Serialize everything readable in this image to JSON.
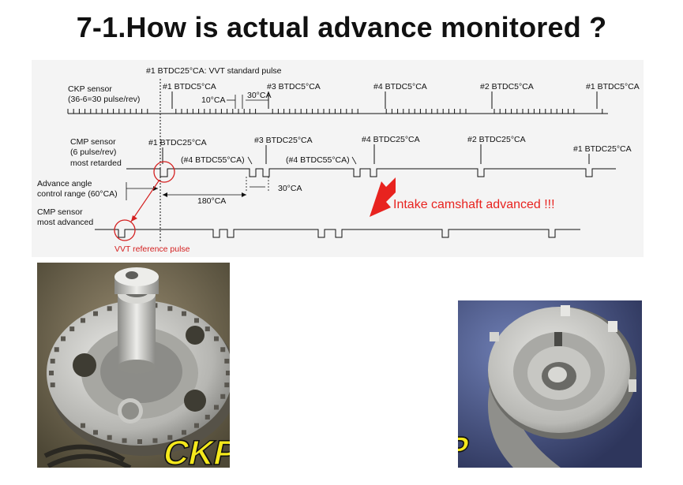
{
  "slide": {
    "title": "7-1.How is actual advance monitored ?"
  },
  "diagram": {
    "ref_pulse_label": "#1 BTDC25°CA: VVT standard pulse",
    "ckp": {
      "label_line1": "CKP sensor",
      "label_line2": "(36-6=30 pulse/rev)",
      "markers": [
        "#1 BTDC5°CA",
        "#3 BTDC5°CA",
        "#4 BTDC5°CA",
        "#2 BTDC5°CA",
        "#1 BTDC5°CA"
      ],
      "dim_10": "10°CA",
      "dim_30": "30°CA"
    },
    "cmp_retarded": {
      "label_line1": "CMP sensor",
      "label_line2": "(6 pulse/rev)",
      "label_line3": "most retarded",
      "markers": [
        "#1 BTDC25°CA",
        "#3 BTDC25°CA",
        "#4 BTDC25°CA",
        "#2 BTDC25°CA",
        "#1 BTDC25°CA"
      ],
      "sub_markers": [
        "(#4 BTDC55°CA)",
        "(#4 BTDC55°CA)"
      ]
    },
    "advance": {
      "label_line1": "Advance angle",
      "label_line2": "control range (60°CA)",
      "dim_180": "180°CA",
      "dim_30": "30°CA"
    },
    "cmp_advanced": {
      "label_line1": "CMP sensor",
      "label_line2": "most advanced",
      "vvt_ref_label": "VVT reference pulse"
    },
    "callout": "Intake camshaft advanced !!!",
    "colors": {
      "accent_red": "#e8231f",
      "line": "#111111",
      "annotation_red": "#d42020"
    }
  },
  "photos": {
    "left": {
      "caption": "CKP"
    },
    "right": {
      "caption": "CMP"
    }
  }
}
